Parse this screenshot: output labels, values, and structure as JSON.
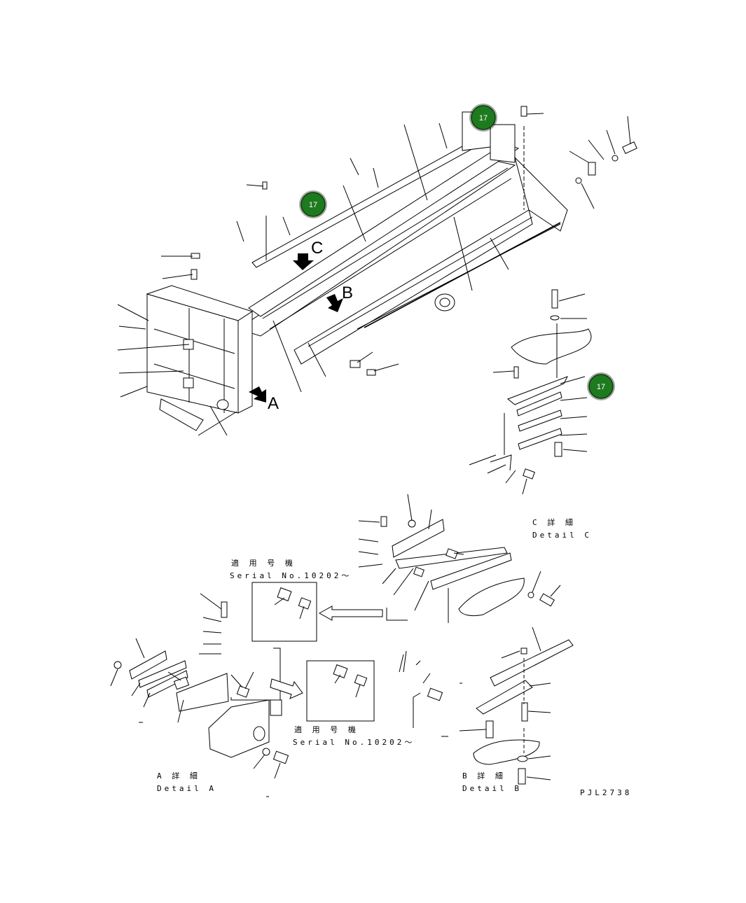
{
  "drawing_code": "PJL2738",
  "callouts": [
    {
      "id": "badge-1",
      "text": "17",
      "color": "#1e7a1e"
    },
    {
      "id": "badge-2",
      "text": "17",
      "color": "#1e7a1e"
    },
    {
      "id": "badge-3",
      "text": "17",
      "color": "#1e7a1e"
    }
  ],
  "view_arrows": {
    "a": "A",
    "b": "B",
    "c": "C"
  },
  "detail_a": {
    "jp": "A 詳 細",
    "en": "Detail A"
  },
  "detail_b": {
    "jp": "B 詳 細",
    "en": "Detail B"
  },
  "detail_c": {
    "jp": "C 詳 細",
    "en": "Detail C"
  },
  "serial_1": {
    "jp": "適 用 号 機",
    "en": "Serial No.10202～"
  },
  "serial_2": {
    "jp": "適 用 号 機",
    "en": "Serial No.10202～"
  }
}
